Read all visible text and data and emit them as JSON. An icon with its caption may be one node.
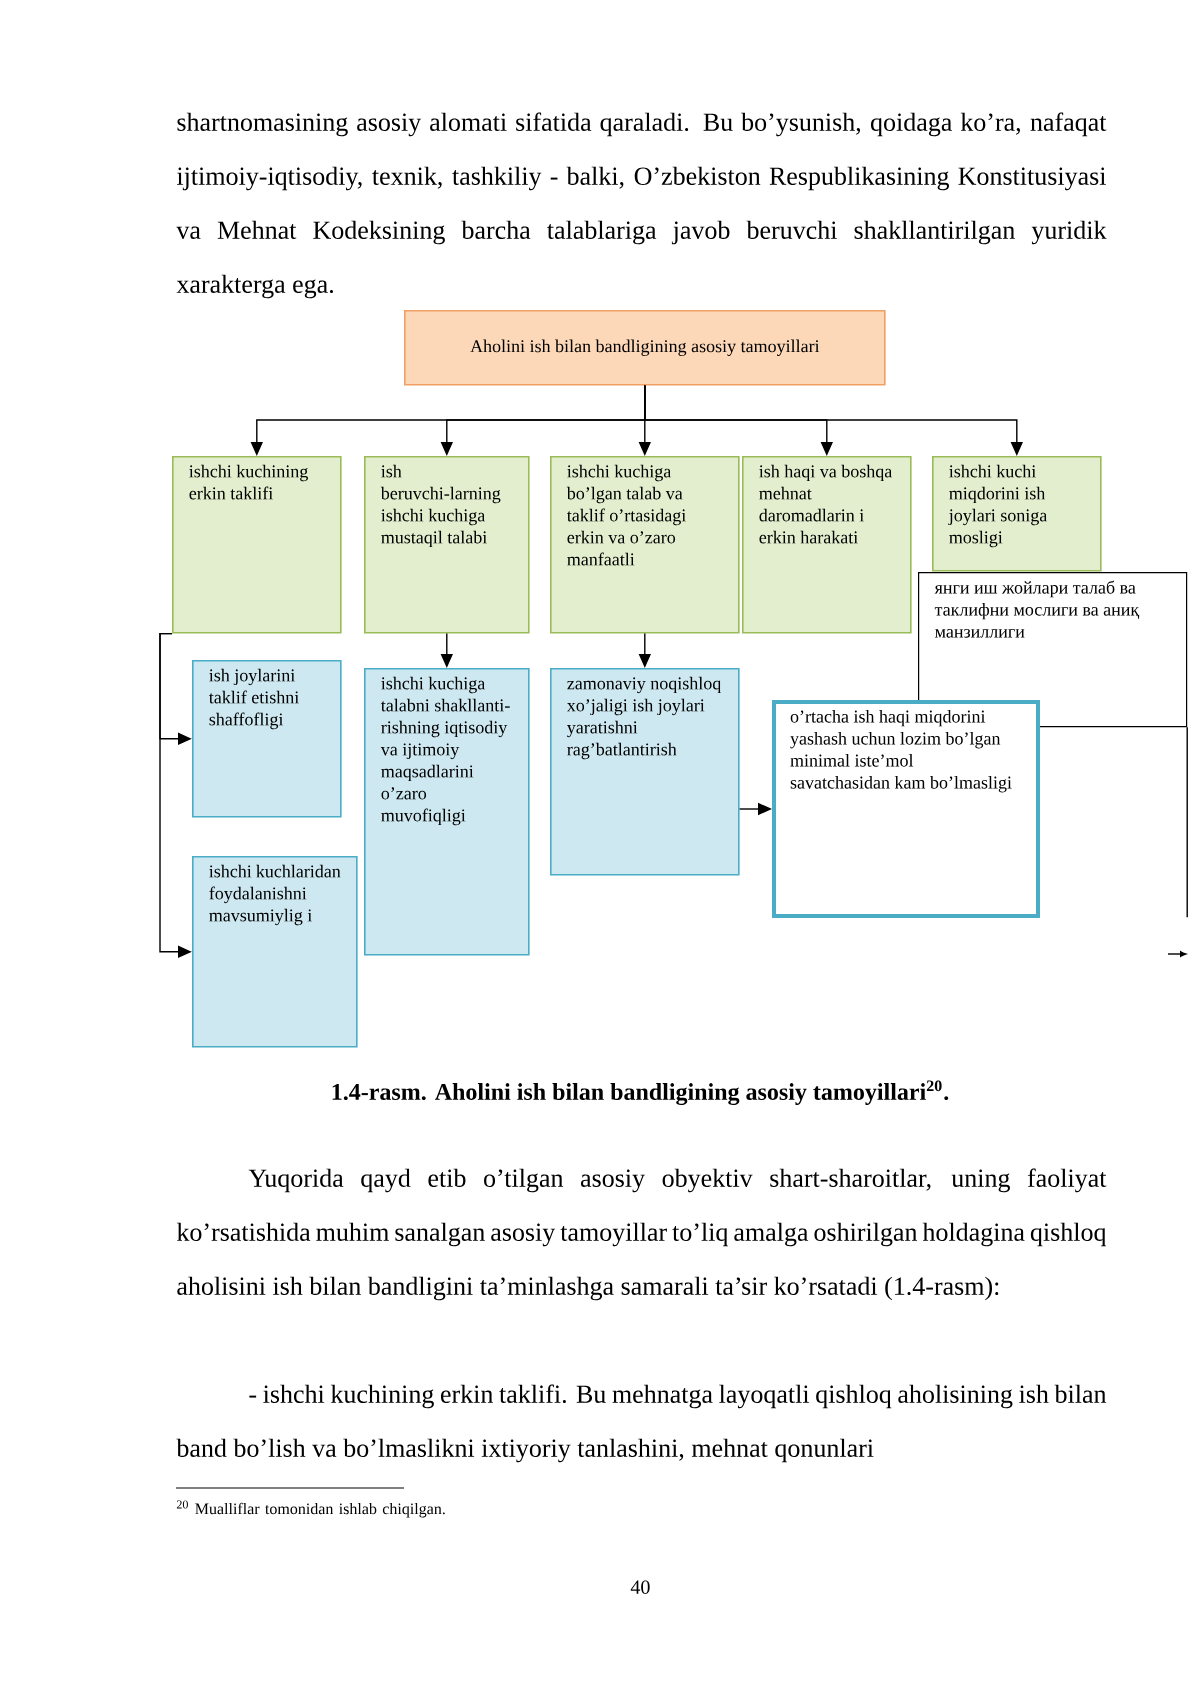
{
  "diagram": {
    "caption": "1.4-rasm. Aholini ish bilan bandligining  asosiy tamoyillari$^{20}$.",
    "nodes": [
      {
        "text": [
          "Aholini ish bilan bandligining asosiy tamoyillari"
        ]
      },
      {
        "text": [
          "ishchi kuchining erkin taklifi"
        ]
      },
      {
        "text": [
          "ish beruvchi-larning ishchi kuchiga mustaqil talabi"
        ]
      },
      {
        "text": [
          "ishchi kuchiga bo’lgan talab va taklif o’rtasidagi erkin va o’zaro manfaatli"
        ]
      },
      {
        "text": [
          "ish haqi va boshqa mehnat daromadlarin i erkin harakati"
        ]
      },
      {
        "text": [
          "ishchi kuchi miqdorini ish joylari soniga mosligi"
        ]
      },
      {
        "text": [
          "янги иш жойлари талаб ва таклифни мослиги ва аниқ манзиллиги"
        ]
      },
      {
        "text": [
          "ish joylarini taklif etishni shaffofligi"
        ]
      },
      {
        "text": [
          "ishchi kuchlaridan foydalanishni mavsumiylig i"
        ]
      },
      {
        "text": [
          "ishchi kuchiga talabni shakllanti-rishning iqtisodiy va ijtimoiy maqsadlarini o’zaro muvofiqligi"
        ]
      },
      {
        "text": [
          "zamonaviy noqishloq xo’jaligi ish joylari yaratishni rag’batlantirish"
        ]
      },
      {
        "text": [
          "o’rtacha ish haqi miqdorini yashash uchun lozim bo’lgan minimal iste’mol savatchasidan kam bo’lmasligi"
        ]
      }
    ],
    "edges": [
      {
        "from": 0,
        "to": 1,
        "arrow": "to"
      },
      {
        "from": 0,
        "to": 2,
        "arrow": "to"
      },
      {
        "from": 0,
        "to": 3,
        "arrow": "to"
      },
      {
        "from": 0,
        "to": 4,
        "arrow": "to"
      },
      {
        "from": 0,
        "to": 5,
        "arrow": "to"
      },
      {
        "from": 2,
        "to": 9,
        "arrow": "to"
      },
      {
        "from": 3,
        "to": 10,
        "arrow": "to"
      },
      {
        "from": 1,
        "to": 7,
        "arrow": "to"
      },
      {
        "from": 1,
        "to": 8,
        "arrow": "to"
      },
      {
        "from": 10,
        "to": 11,
        "arrow": "to"
      },
      {
        "from": 6,
        "to": null,
        "arrow": "none"
      }
    ],
    "labels": [
      "shartnomasining asosiy alomati sifatida qaraladi. Bu bo’ysunish, qoidaga ko’ra, nafaqat ijtimoiy-iqtisodiy, texnik, tashkiliy - balki, O’zbekiston Respublikasining Konstitusiyasi va Mehnat Kodeksining barcha talablariga javob beruvchi shakllantirilgan yuridik xarakterga ega.",
      "Yuqorida qayd etib o’tilgan asosiy obyektiv shart-sharoitlar, uning faoliyat ko’rsatishida muhim sanalgan asosiy tamoyillar to’liq amalga oshirilgan holdagina qishloq aholisini ish bilan bandligini ta’minlashga samarali ta’sir ko’rsatadi (1.4-rasm):",
      "- ishchi kuchining erkin taklifi. Bu mehnatga layoqatli qishloq aholisining ish bilan band bo’lish va bo’lmaslikni ixtiyoriy tanlashini, mehnat qonunlari",
      "$^{20}$ Mualliflar tomonidan ishlab chiqilgan.",
      "40"
    ]
  }
}
